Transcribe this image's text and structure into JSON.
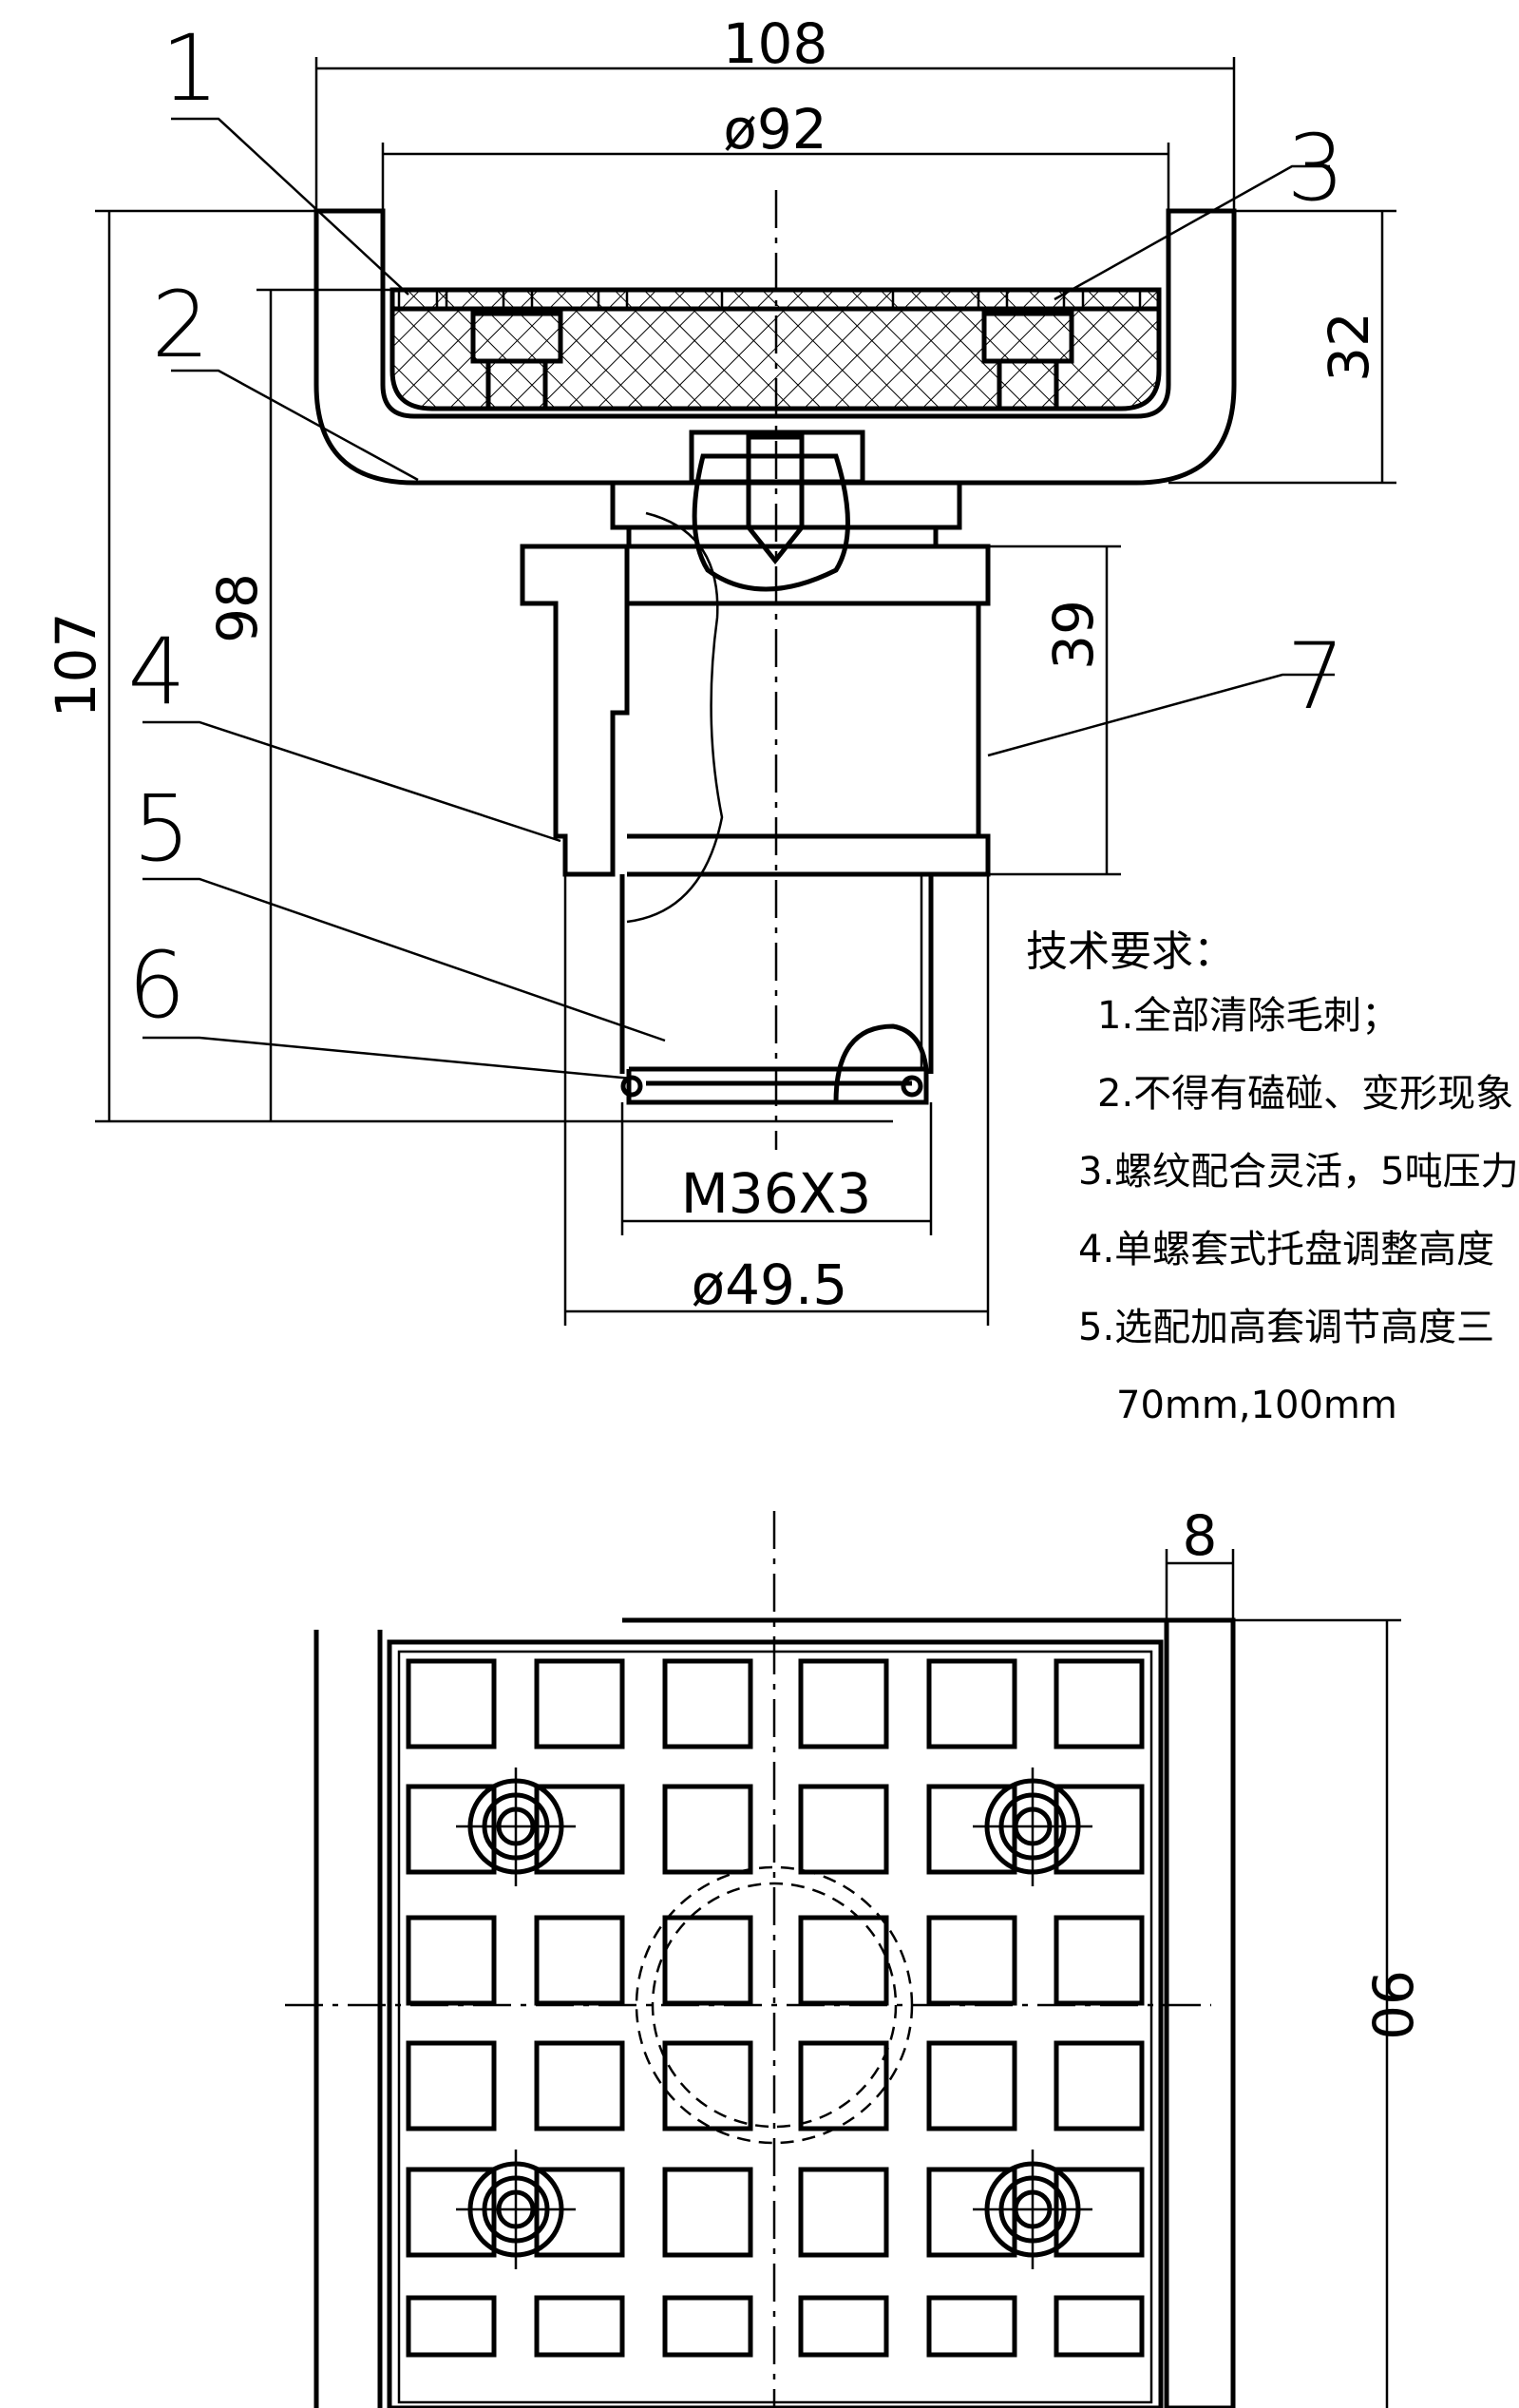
{
  "dimensions": {
    "width_total": "108",
    "dia_top": "ø92",
    "height_32": "32",
    "height_98": "98",
    "height_107": "107",
    "height_39": "39",
    "thread": "M36X3",
    "dia_base": "ø49.5",
    "rail_8": "8",
    "height_90": "90"
  },
  "balloons": [
    "1",
    "2",
    "3",
    "4",
    "5",
    "6",
    "7"
  ],
  "technical_requirements": {
    "heading": "技术要求：",
    "items": [
      "1.全部清除毛刺；",
      "2.不得有磕碰、变形现象",
      "3.螺纹配合灵活，5吨压力",
      "4.单螺套式托盘调整高度",
      "5.选配加高套调节高度三",
      "70mm,100mm"
    ]
  }
}
